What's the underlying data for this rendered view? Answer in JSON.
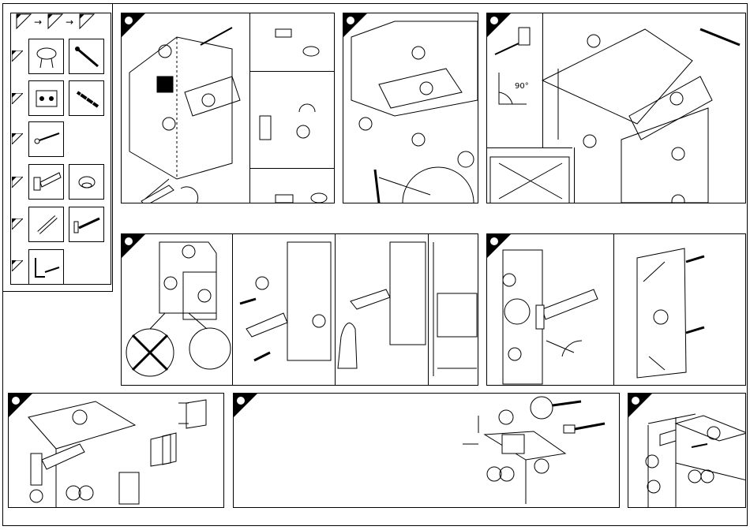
{
  "sequence_legend": {
    "arrows": [
      "arrow-right",
      "arrow-right"
    ]
  },
  "parts": [
    {
      "row": 1,
      "items": [
        "cam-disc",
        "screw"
      ]
    },
    {
      "row": 2,
      "items": [
        "connector-block",
        "wood-screw"
      ]
    },
    {
      "row": 3,
      "items": [
        "nail"
      ]
    },
    {
      "row": 4,
      "items": [
        "hinge",
        "knob"
      ]
    },
    {
      "row": 5,
      "items": [
        "dowel",
        "wall-plug"
      ]
    },
    {
      "row": 6,
      "items": [
        "bracket"
      ]
    }
  ],
  "step3": {
    "angle_label": "90°"
  },
  "steps": [
    "step-1",
    "step-2",
    "step-3",
    "step-4",
    "step-5",
    "step-6",
    "step-7",
    "step-8"
  ]
}
